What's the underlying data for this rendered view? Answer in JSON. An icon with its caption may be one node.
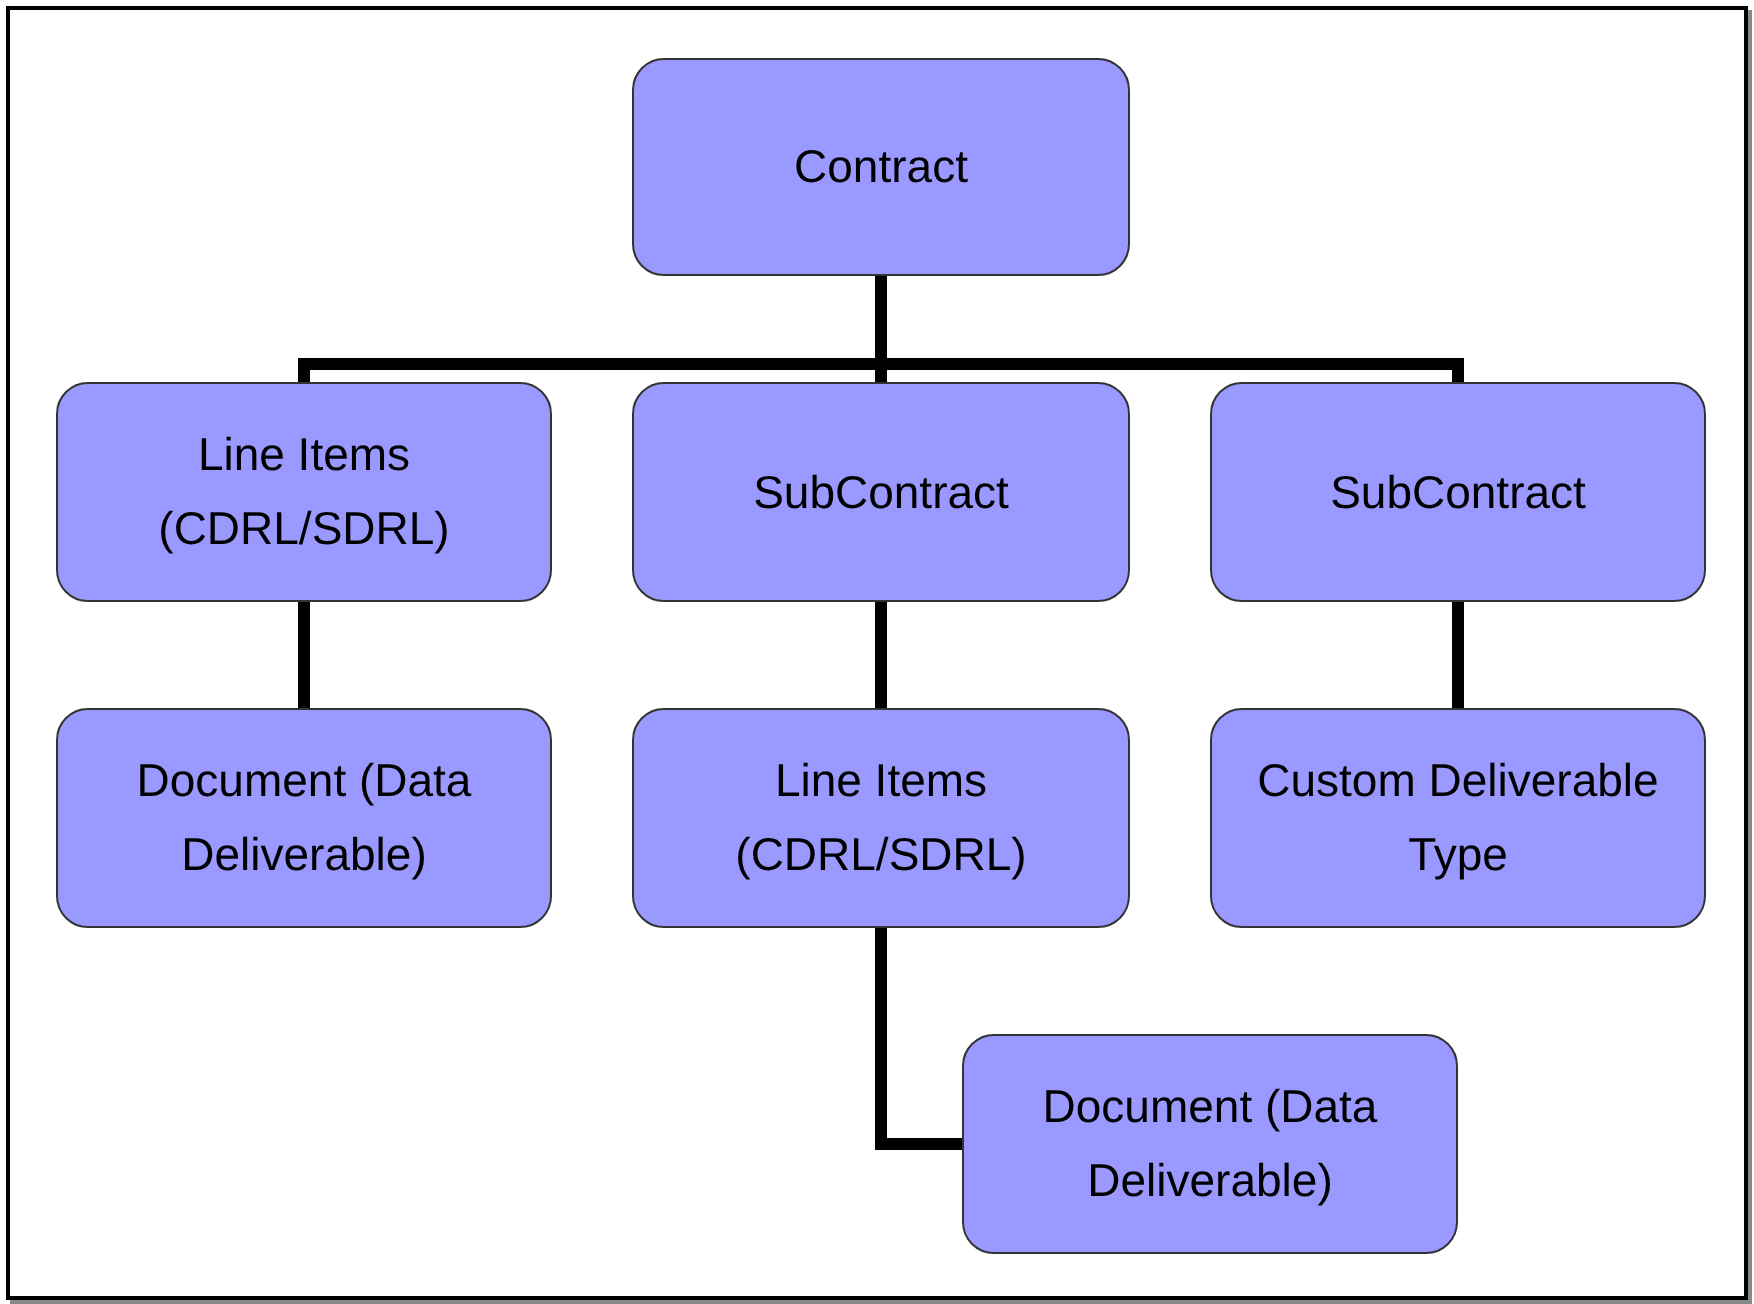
{
  "diagram": {
    "nodes": [
      {
        "text": [
          "Contract"
        ]
      },
      {
        "text": [
          "Line Items (CDRL/SDRL)"
        ]
      },
      {
        "text": [
          "SubContract"
        ]
      },
      {
        "text": [
          "SubContract"
        ]
      },
      {
        "text": [
          "Document (Data Deliverable)"
        ]
      },
      {
        "text": [
          "Line Items (CDRL/SDRL)"
        ]
      },
      {
        "text": [
          "Custom Deliverable Type"
        ]
      },
      {
        "text": [
          "Document (Data Deliverable)"
        ]
      }
    ],
    "edges": [
      {
        "from": 0,
        "to": 1,
        "arrow": "none"
      },
      {
        "from": 0,
        "to": 2,
        "arrow": "none"
      },
      {
        "from": 0,
        "to": 3,
        "arrow": "none"
      },
      {
        "from": 1,
        "to": 4,
        "arrow": "none"
      },
      {
        "from": 2,
        "to": 5,
        "arrow": "none"
      },
      {
        "from": 3,
        "to": 6,
        "arrow": "none"
      },
      {
        "from": 5,
        "to": 7,
        "arrow": "none"
      }
    ]
  }
}
